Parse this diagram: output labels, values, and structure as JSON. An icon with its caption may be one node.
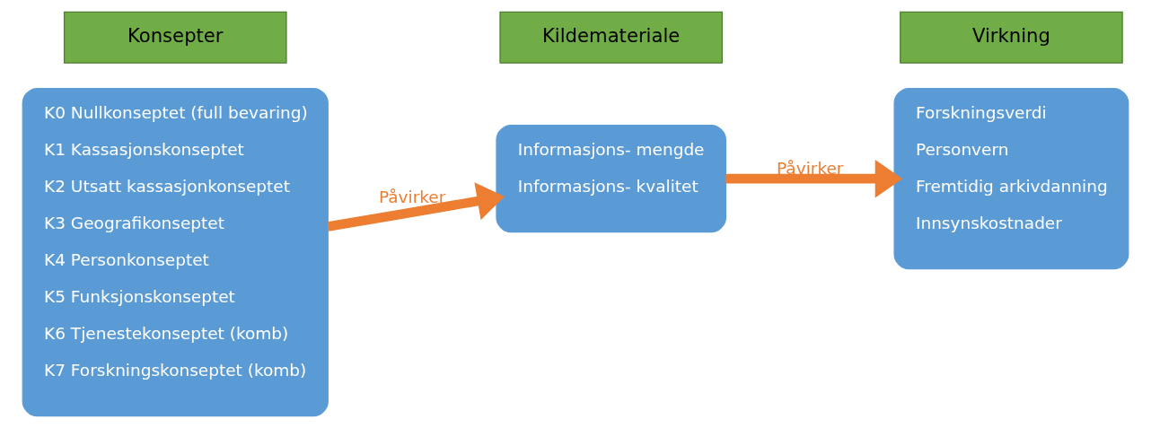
{
  "diagram": {
    "nodes": [
      {
        "text": [
          "Konsepter"
        ]
      },
      {
        "text": [
          "Kildemateriale"
        ]
      },
      {
        "text": [
          "Virkning"
        ]
      },
      {
        "text": [
          "K0 Nullkonseptet (full bevaring)",
          "K1 Kassasjonskonseptet",
          "K2 Utsatt kassasjonkonseptet",
          "K3 Geografikonseptet",
          "K4 Personkonseptet",
          "K5 Funksjonskonseptet",
          "K6 Tjenestekonseptet (komb)",
          "K7 Forskningskonseptet (komb)"
        ]
      },
      {
        "text": [
          "Informasjons- mengde",
          "Informasjons- kvalitet"
        ]
      },
      {
        "text": [
          "Forskningsverdi",
          "Personvern",
          "Fremtidig arkivdanning",
          "Innsynskostnader"
        ]
      }
    ],
    "edges": [
      {
        "from": 3,
        "to": 4,
        "arrow": "to",
        "label": "Påvirker",
        "color": "#ed7d31"
      },
      {
        "from": 4,
        "to": 5,
        "arrow": "to",
        "label": "Påvirker",
        "color": "#ed7d31"
      }
    ]
  }
}
